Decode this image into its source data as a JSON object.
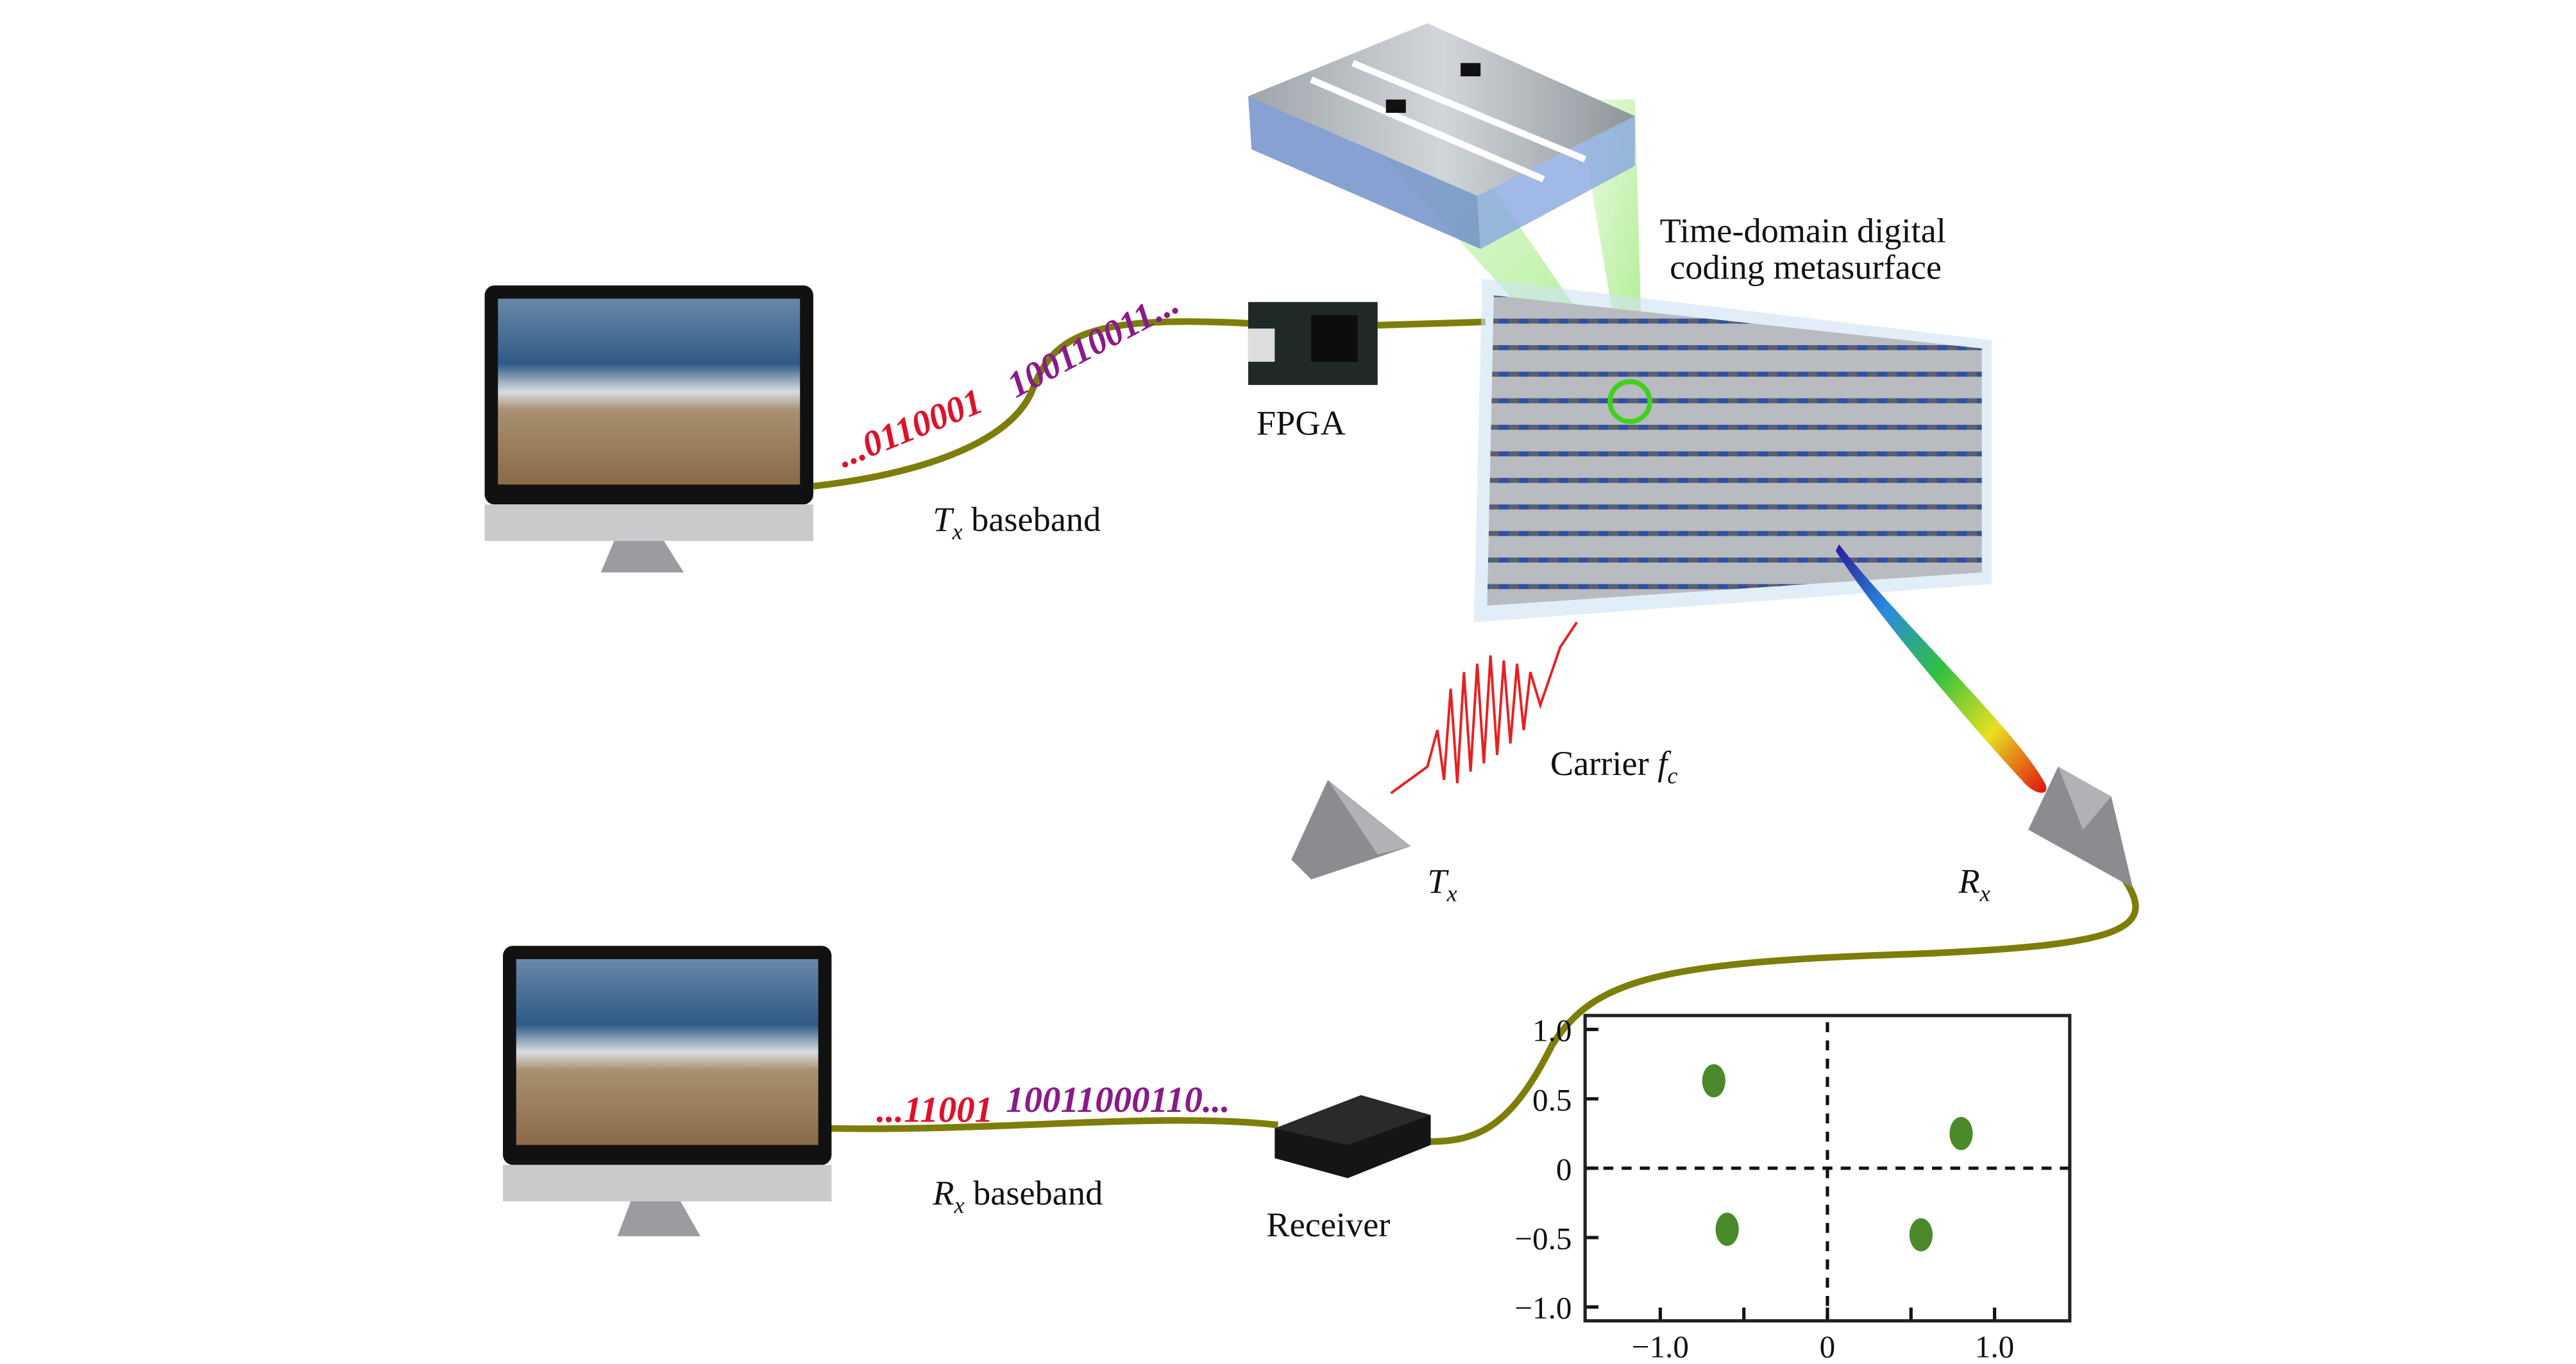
{
  "labels": {
    "metasurface_line1": "Time-domain digital",
    "metasurface_line2": "coding metasurface",
    "fpga": "FPGA",
    "tx_baseband_sym": "T",
    "tx_baseband_sub": "x",
    "tx_baseband_text": " baseband",
    "rx_baseband_sym": "R",
    "rx_baseband_sub": "x",
    "rx_baseband_text": " baseband",
    "carrier_text": "Carrier ",
    "carrier_sym": "f",
    "carrier_sub": "c",
    "tx_horn_sym": "T",
    "tx_horn_sub": "x",
    "rx_horn_sym": "R",
    "rx_horn_sub": "x",
    "receiver": "Receiver"
  },
  "bitstreams": {
    "tx_red": "...0110001",
    "tx_purple": "100110011...",
    "rx_red": "...11001",
    "rx_purple": "10011000110..."
  },
  "colors": {
    "cable": "#7d7d0a",
    "bits_red": "#e0102a",
    "bits_purple": "#8a1a8a",
    "beam_green": "#6fe03a",
    "constellation": "#4a8a2a",
    "carrier_wave": "#e82020"
  },
  "chart_data": {
    "type": "scatter",
    "xlim": [
      -1.45,
      1.45
    ],
    "ylim": [
      -1.1,
      1.1
    ],
    "xticks": [
      -1.0,
      -0.5,
      0,
      0.5,
      1.0
    ],
    "xtick_labels": [
      "−1.0",
      "",
      "0",
      "",
      "1.0"
    ],
    "yticks": [
      1.0,
      0.5,
      0,
      -0.5,
      -1.0
    ],
    "ytick_labels": [
      "1.0",
      "0.5",
      "0",
      "−0.5",
      "−1.0"
    ],
    "reference_lines": {
      "x": 0,
      "y": 0,
      "style": "dashed"
    },
    "points": [
      {
        "x": -0.68,
        "y": 0.63
      },
      {
        "x": 0.8,
        "y": 0.25
      },
      {
        "x": -0.6,
        "y": -0.44
      },
      {
        "x": 0.56,
        "y": -0.48
      }
    ],
    "grid": false
  }
}
